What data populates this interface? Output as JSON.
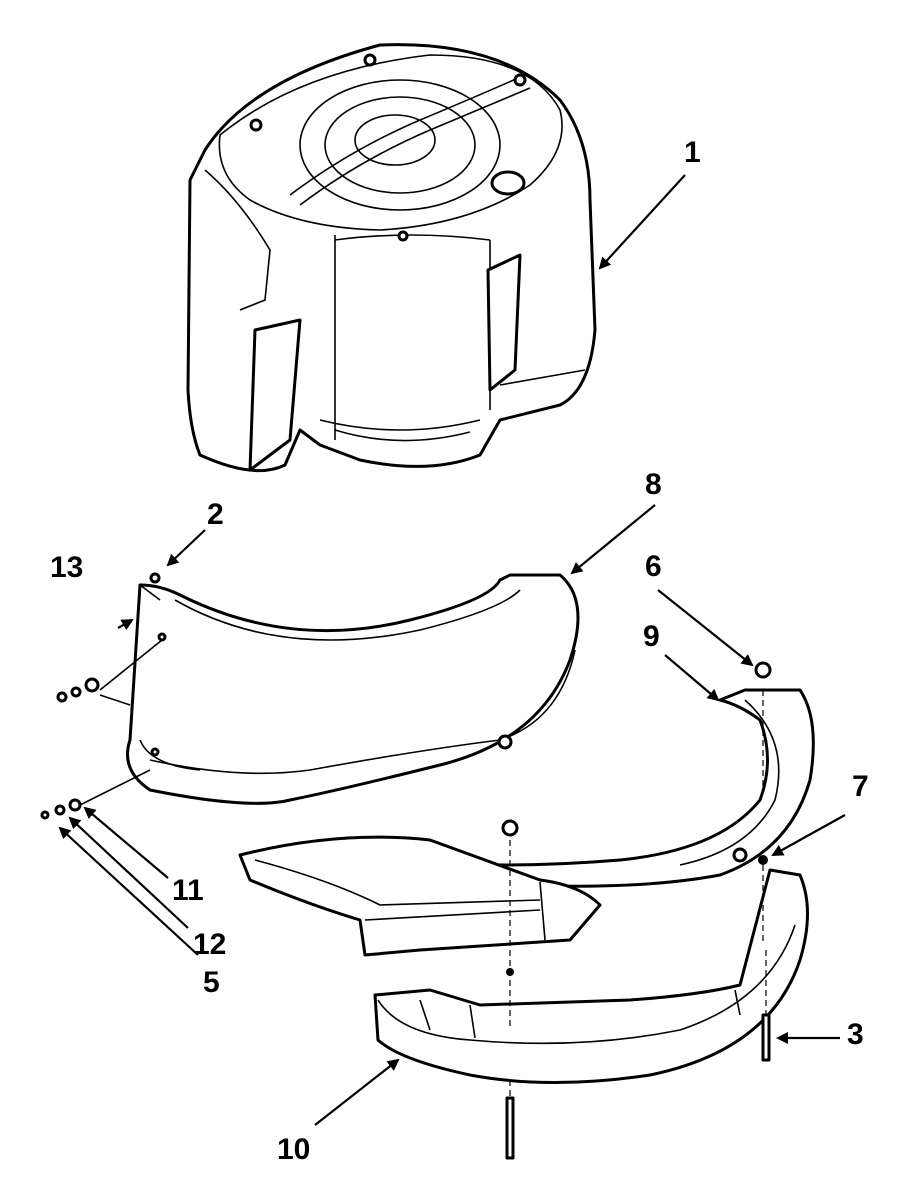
{
  "diagram": {
    "type": "exploded parts view",
    "line_color": "#000000",
    "background": "#ffffff",
    "callouts": [
      {
        "id": "c1",
        "label": "1"
      },
      {
        "id": "c2",
        "label": "2"
      },
      {
        "id": "c3",
        "label": "3"
      },
      {
        "id": "c5",
        "label": "5"
      },
      {
        "id": "c6",
        "label": "6"
      },
      {
        "id": "c7",
        "label": "7"
      },
      {
        "id": "c8",
        "label": "8"
      },
      {
        "id": "c9",
        "label": "9"
      },
      {
        "id": "c10",
        "label": "10"
      },
      {
        "id": "c11",
        "label": "11"
      },
      {
        "id": "c12",
        "label": "12"
      },
      {
        "id": "c13",
        "label": "13"
      }
    ]
  }
}
